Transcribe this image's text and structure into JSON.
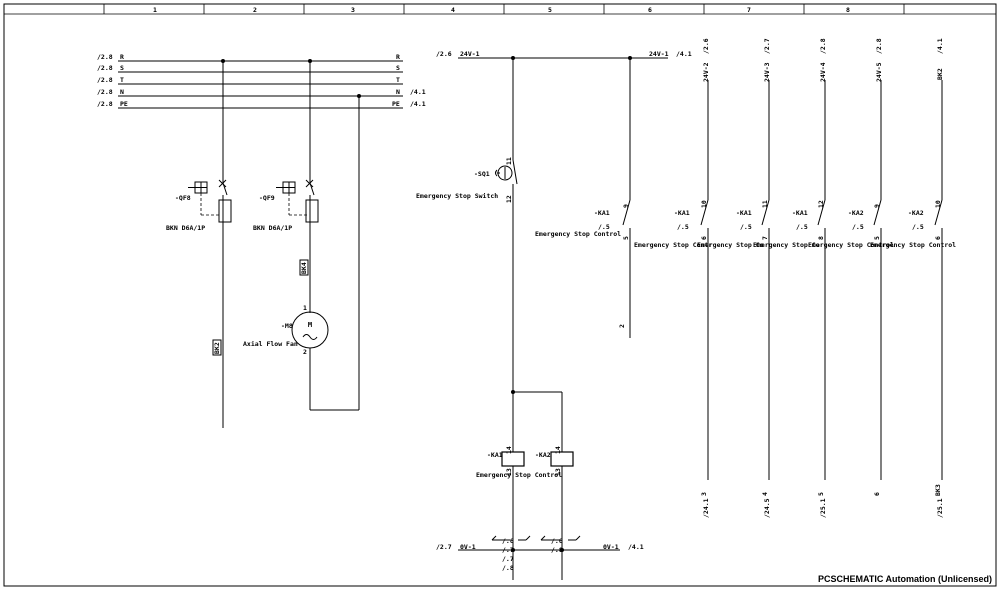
{
  "grid": {
    "columns": [
      "1",
      "2",
      "3",
      "4",
      "5",
      "6",
      "7",
      "8"
    ]
  },
  "bus_left": {
    "rows": [
      {
        "ref": "/2.8",
        "name": "R",
        "end": "R",
        "end_ref": ""
      },
      {
        "ref": "/2.8",
        "name": "S",
        "end": "S",
        "end_ref": ""
      },
      {
        "ref": "/2.8",
        "name": "T",
        "end": "T",
        "end_ref": ""
      },
      {
        "ref": "/2.8",
        "name": "N",
        "end": "N",
        "end_ref": "/4.1"
      },
      {
        "ref": "/2.8",
        "name": "PE",
        "end": "PE",
        "end_ref": "/4.1"
      }
    ]
  },
  "breakers": [
    {
      "id": "-QF8",
      "type": "BKN D6A/1P"
    },
    {
      "id": "-QF9",
      "type": "BKN D6A/1P"
    }
  ],
  "cables": {
    "c1": "BK2",
    "c2": "BK4"
  },
  "motor": {
    "id": "-M8",
    "symbol": "M",
    "desc": "Axial Flow Fan",
    "pin1": "1",
    "pin2": "2"
  },
  "supply": {
    "top_ref": "/2.6",
    "top_name": "24V-1",
    "top_name_right": "24V-1",
    "top_end_ref": "/4.1",
    "bottom_ref": "/2.7",
    "bottom_name": "0V-1",
    "bottom_name_right": "0V-1",
    "bottom_end_ref": "/4.1"
  },
  "switch": {
    "id": "-SQ1",
    "desc": "Emergency Stop Switch",
    "pin_top": "11",
    "pin_bottom": "12"
  },
  "coils": [
    {
      "id": "-KA1",
      "desc": "Emergency Stop Control",
      "pin_top": "14",
      "pin_bottom": "13"
    },
    {
      "id": "-KA2",
      "pin_top": "14",
      "pin_bottom": "13"
    }
  ],
  "coil_refs": {
    "ka1": [
      "/.6",
      "/.7",
      "/.7",
      "/.8"
    ],
    "ka2": [
      "/.6",
      "/.8"
    ]
  },
  "contacts": [
    {
      "id": "-KA1",
      "ref": "/.5",
      "desc": "Emergency Stop Control",
      "pin_top": "9",
      "pin_bottom": "5",
      "foot": "2"
    },
    {
      "id": "-KA1",
      "ref": "/.5",
      "desc": "Emergency Stop Contr",
      "pin_top": "10",
      "pin_bottom": "6",
      "foot": "3",
      "wire_top": "24V-2",
      "wire_top_ref": "/2.6",
      "wire_bottom_ref": "/24.1"
    },
    {
      "id": "-KA1",
      "ref": "/.5",
      "desc": "Emergency Stop Co",
      "pin_top": "11",
      "pin_bottom": "7",
      "foot": "4",
      "wire_top": "24V-3",
      "wire_top_ref": "/2.7",
      "wire_bottom_ref": "/24.5"
    },
    {
      "id": "-KA1",
      "ref": "/.5",
      "desc": "Emergency Stop Co",
      "pin_top": "12",
      "pin_bottom": "8",
      "foot": "5",
      "wire_top": "24V-4",
      "wire_top_ref": "/2.8",
      "wire_bottom_ref": "/25.1"
    },
    {
      "id": "-KA2",
      "ref": "/.5",
      "desc": "Emergency Stop Control",
      "pin_top": "9",
      "pin_bottom": "5",
      "foot": "6",
      "wire_top": "24V-5",
      "wire_top_ref": "/2.8",
      "wire_bottom_ref": ""
    },
    {
      "id": "-KA2",
      "ref": "/.5",
      "desc": "",
      "pin_top": "10",
      "pin_bottom": "6",
      "foot": "BK3",
      "wire_top": "BK2",
      "wire_top_ref": "/4.1",
      "wire_bottom_ref": "/25.1"
    }
  ],
  "watermark": "PCSCHEMATIC Automation (Unlicensed)"
}
